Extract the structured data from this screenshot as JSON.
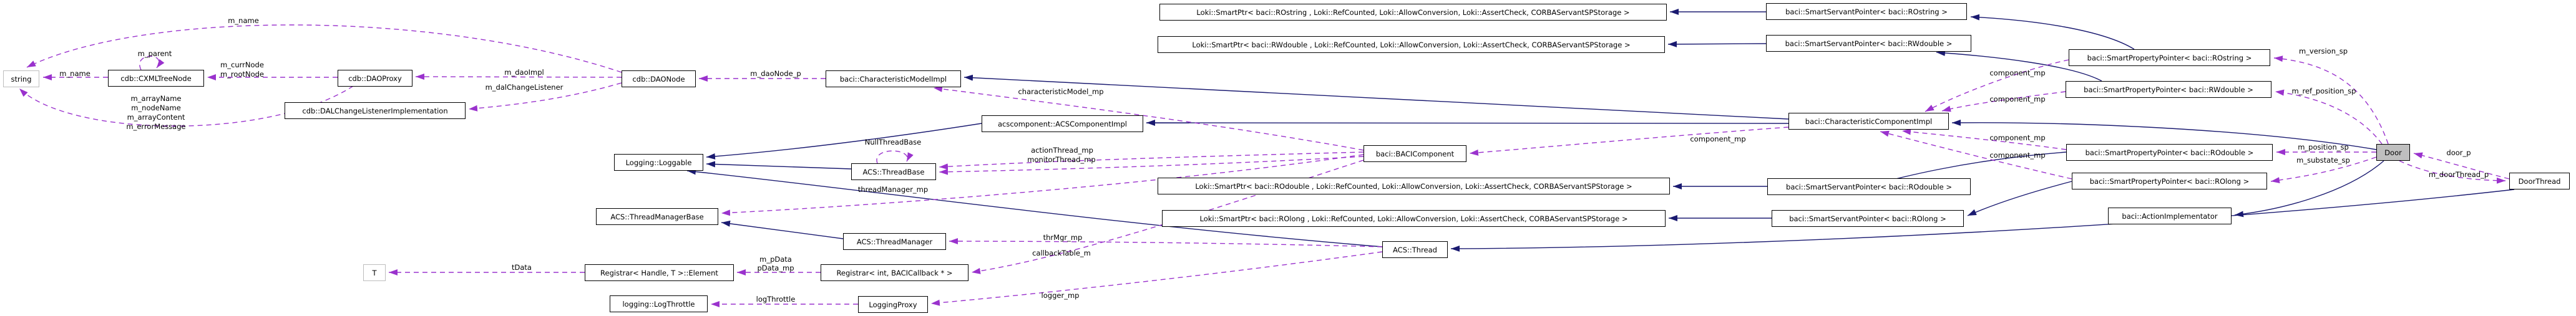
{
  "diagram_type": "doxygen-collaboration-graph",
  "colors": {
    "inheritance_edge": "#1a1a70",
    "usage_edge": "#9a32cd",
    "node_background": "#ffffff",
    "node_border": "#000000",
    "current_node_background": "#bfbfbf",
    "external_node_border": "#bdbdbd"
  },
  "nodes": [
    {
      "label": "string",
      "type": "external"
    },
    {
      "label": "cdb::CXMLTreeNode",
      "type": "class"
    },
    {
      "label": "cdb::DAOProxy",
      "type": "class"
    },
    {
      "label": "cdb::DALChangeListenerImplementation",
      "type": "class"
    },
    {
      "label": "cdb::DAONode",
      "type": "class"
    },
    {
      "label": "baci::CharacteristicModelImpl",
      "type": "class"
    },
    {
      "label": "acscomponent::ACSComponentImpl",
      "type": "class"
    },
    {
      "label": "baci::BACIComponent",
      "type": "class"
    },
    {
      "label": "baci::CharacteristicComponentImpl",
      "type": "class"
    },
    {
      "label": "Logging::Loggable",
      "type": "class"
    },
    {
      "label": "ACS::ThreadBase",
      "type": "class"
    },
    {
      "label": "ACS::ThreadManagerBase",
      "type": "class"
    },
    {
      "label": "ACS::ThreadManager",
      "type": "class"
    },
    {
      "label": "Registrar< Handle, T >::Element",
      "type": "class"
    },
    {
      "label": "T",
      "type": "external"
    },
    {
      "label": "Registrar< int, BACICallback * >",
      "type": "class"
    },
    {
      "label": "logging::LogThrottle",
      "type": "class"
    },
    {
      "label": "LoggingProxy",
      "type": "class"
    },
    {
      "label": "ACS::Thread",
      "type": "class"
    },
    {
      "label": "Loki::SmartPtr< baci::ROstring , Loki::RefCounted, Loki::AllowConversion, Loki::AssertCheck, CORBAServantSPStorage >",
      "type": "class"
    },
    {
      "label": "Loki::SmartPtr< baci::RWdouble , Loki::RefCounted, Loki::AllowConversion, Loki::AssertCheck, CORBAServantSPStorage >",
      "type": "class"
    },
    {
      "label": "Loki::SmartPtr< baci::ROdouble , Loki::RefCounted, Loki::AllowConversion, Loki::AssertCheck, CORBAServantSPStorage >",
      "type": "class"
    },
    {
      "label": "Loki::SmartPtr< baci::ROlong , Loki::RefCounted, Loki::AllowConversion, Loki::AssertCheck, CORBAServantSPStorage >",
      "type": "class"
    },
    {
      "label": "baci::SmartServantPointer< baci::ROstring >",
      "type": "class"
    },
    {
      "label": "baci::SmartServantPointer< baci::RWdouble >",
      "type": "class"
    },
    {
      "label": "baci::SmartServantPointer< baci::ROdouble >",
      "type": "class"
    },
    {
      "label": "baci::SmartServantPointer< baci::ROlong >",
      "type": "class"
    },
    {
      "label": "baci::SmartPropertyPointer< baci::ROstring >",
      "type": "class"
    },
    {
      "label": "baci::SmartPropertyPointer< baci::RWdouble >",
      "type": "class"
    },
    {
      "label": "baci::SmartPropertyPointer< baci::ROdouble >",
      "type": "class"
    },
    {
      "label": "baci::SmartPropertyPointer< baci::ROlong >",
      "type": "class"
    },
    {
      "label": "baci::ActionImplementator",
      "type": "class"
    },
    {
      "label": "Door",
      "type": "current"
    },
    {
      "label": "DoorThread",
      "type": "class"
    }
  ],
  "edge_labels": [
    "m_name",
    "m_parent",
    "m_name",
    "m_currNode",
    "m_rootNode",
    "m_arrayName",
    "m_nodeName",
    "m_arrayContent",
    "m_errorMessage",
    "m_daoImpl",
    "m_dalChangeListener",
    "m_daoNode_p",
    "characteristicModel_mp",
    "NullThreadBase",
    "actionThread_mp",
    "monitorThread_mp",
    "threadManager_mp",
    "thrMgr_mp",
    "callbackTable_m",
    "m_pData",
    "pData_mp",
    "tData",
    "logThrottle",
    "logger_mp",
    "component_mp",
    "component_mp",
    "component_mp",
    "component_mp",
    "component_mp",
    "m_version_sp",
    "m_ref_position_sp",
    "m_position_sp",
    "m_substate_sp",
    "door_p",
    "m_doorThread_p"
  ],
  "edges": [
    {
      "from": "baci::SmartServantPointer< baci::ROstring >",
      "to": "Loki::SmartPtr< baci::ROstring , ... >",
      "type": "inheritance"
    },
    {
      "from": "baci::SmartServantPointer< baci::RWdouble >",
      "to": "Loki::SmartPtr< baci::RWdouble , ... >",
      "type": "inheritance"
    },
    {
      "from": "baci::SmartServantPointer< baci::ROdouble >",
      "to": "Loki::SmartPtr< baci::ROdouble , ... >",
      "type": "inheritance"
    },
    {
      "from": "baci::SmartServantPointer< baci::ROlong >",
      "to": "Loki::SmartPtr< baci::ROlong , ... >",
      "type": "inheritance"
    },
    {
      "from": "baci::SmartPropertyPointer< baci::ROstring >",
      "to": "baci::SmartServantPointer< baci::ROstring >",
      "type": "inheritance"
    },
    {
      "from": "baci::SmartPropertyPointer< baci::RWdouble >",
      "to": "baci::SmartServantPointer< baci::RWdouble >",
      "type": "inheritance"
    },
    {
      "from": "baci::SmartPropertyPointer< baci::ROdouble >",
      "to": "baci::SmartServantPointer< baci::ROdouble >",
      "type": "inheritance"
    },
    {
      "from": "baci::SmartPropertyPointer< baci::ROlong >",
      "to": "baci::SmartServantPointer< baci::ROlong >",
      "type": "inheritance"
    },
    {
      "from": "baci::CharacteristicComponentImpl",
      "to": "baci::CharacteristicModelImpl",
      "type": "inheritance"
    },
    {
      "from": "baci::CharacteristicComponentImpl",
      "to": "acscomponent::ACSComponentImpl",
      "type": "inheritance"
    },
    {
      "from": "acscomponent::ACSComponentImpl",
      "to": "Logging::Loggable",
      "type": "inheritance"
    },
    {
      "from": "ACS::ThreadBase",
      "to": "Logging::Loggable",
      "type": "inheritance"
    },
    {
      "from": "ACS::Thread",
      "to": "Logging::Loggable",
      "type": "inheritance"
    },
    {
      "from": "ACS::ThreadManager",
      "to": "ACS::ThreadManagerBase",
      "type": "inheritance"
    },
    {
      "from": "DoorThread",
      "to": "ACS::Thread",
      "type": "inheritance"
    },
    {
      "from": "Door",
      "to": "baci::CharacteristicComponentImpl",
      "type": "inheritance"
    },
    {
      "from": "Door",
      "to": "baci::ActionImplementator",
      "type": "inheritance"
    },
    {
      "from": "cdb::DAONode",
      "to": "string",
      "label": "m_name",
      "type": "usage"
    },
    {
      "from": "cdb::CXMLTreeNode",
      "to": "string",
      "label": "m_name",
      "type": "usage"
    },
    {
      "from": "cdb::CXMLTreeNode",
      "to": "cdb::CXMLTreeNode",
      "label": "m_parent",
      "type": "usage"
    },
    {
      "from": "cdb::DAOProxy",
      "to": "cdb::CXMLTreeNode",
      "label": "m_currNode\nm_rootNode",
      "type": "usage"
    },
    {
      "from": "cdb::DAOProxy",
      "to": "string",
      "label": "m_arrayName\nm_nodeName\nm_arrayContent\nm_errorMessage",
      "type": "usage"
    },
    {
      "from": "cdb::DAONode",
      "to": "cdb::DAOProxy",
      "label": "m_daoImpl",
      "type": "usage"
    },
    {
      "from": "cdb::DAONode",
      "to": "cdb::DALChangeListenerImplementation",
      "label": "m_dalChangeListener",
      "type": "usage"
    },
    {
      "from": "baci::CharacteristicModelImpl",
      "to": "cdb::DAONode",
      "label": "m_daoNode_p",
      "type": "usage"
    },
    {
      "from": "baci::BACIComponent",
      "to": "baci::CharacteristicModelImpl",
      "label": "characteristicModel_mp",
      "type": "usage"
    },
    {
      "from": "baci::BACIComponent",
      "to": "ACS::ThreadBase",
      "label": "actionThread_mp",
      "type": "usage"
    },
    {
      "from": "baci::BACIComponent",
      "to": "ACS::ThreadBase",
      "label": "monitorThread_mp",
      "type": "usage"
    },
    {
      "from": "baci::BACIComponent",
      "to": "ACS::ThreadManagerBase",
      "label": "threadManager_mp",
      "type": "usage"
    },
    {
      "from": "baci::BACIComponent",
      "to": "Registrar< int, BACICallback * >",
      "label": "callbackTable_m",
      "type": "usage"
    },
    {
      "from": "Registrar< int, BACICallback * >",
      "to": "Registrar< Handle, T >::Element",
      "label": "m_pData\npData_mp",
      "type": "usage"
    },
    {
      "from": "Registrar< Handle, T >::Element",
      "to": "T",
      "label": "tData",
      "type": "usage"
    },
    {
      "from": "LoggingProxy",
      "to": "logging::LogThrottle",
      "label": "logThrottle",
      "type": "usage"
    },
    {
      "from": "ACS::Thread",
      "to": "LoggingProxy",
      "label": "logger_mp",
      "type": "usage"
    },
    {
      "from": "ACS::Thread",
      "to": "ACS::ThreadManager",
      "label": "thrMgr_mp",
      "type": "usage"
    },
    {
      "from": "ACS::ThreadBase",
      "to": "ACS::ThreadBase",
      "label": "NullThreadBase",
      "type": "usage"
    },
    {
      "from": "baci::CharacteristicComponentImpl",
      "to": "baci::BACIComponent",
      "label": "component_mp",
      "type": "usage"
    },
    {
      "from": "baci::SmartPropertyPointer< baci::ROstring >",
      "to": "baci::CharacteristicComponentImpl",
      "label": "component_mp",
      "type": "usage"
    },
    {
      "from": "baci::SmartPropertyPointer< baci::RWdouble >",
      "to": "baci::CharacteristicComponentImpl",
      "label": "component_mp",
      "type": "usage"
    },
    {
      "from": "baci::SmartPropertyPointer< baci::ROdouble >",
      "to": "baci::CharacteristicComponentImpl",
      "label": "component_mp",
      "type": "usage"
    },
    {
      "from": "baci::SmartPropertyPointer< baci::ROlong >",
      "to": "baci::CharacteristicComponentImpl",
      "label": "component_mp",
      "type": "usage"
    },
    {
      "from": "Door",
      "to": "baci::SmartPropertyPointer< baci::ROstring >",
      "label": "m_version_sp",
      "type": "usage"
    },
    {
      "from": "Door",
      "to": "baci::SmartPropertyPointer< baci::RWdouble >",
      "label": "m_ref_position_sp",
      "type": "usage"
    },
    {
      "from": "Door",
      "to": "baci::SmartPropertyPointer< baci::ROdouble >",
      "label": "m_position_sp",
      "type": "usage"
    },
    {
      "from": "Door",
      "to": "baci::SmartPropertyPointer< baci::ROlong >",
      "label": "m_substate_sp",
      "type": "usage"
    },
    {
      "from": "DoorThread",
      "to": "Door",
      "label": "door_p",
      "type": "usage"
    },
    {
      "from": "Door",
      "to": "DoorThread",
      "label": "m_doorThread_p",
      "type": "usage"
    }
  ]
}
